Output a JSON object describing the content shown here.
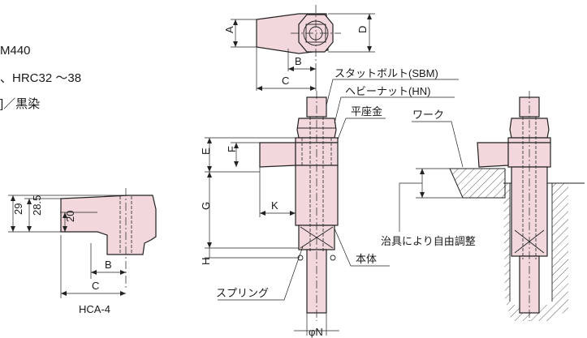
{
  "specs": {
    "line1": "M440",
    "line2": "、HRC32 ～38",
    "line3": "]／黒染"
  },
  "labels": {
    "stud_bolt": "スタットボルト(SBM)",
    "hex_nut": "ヘビーナット(HN)",
    "washer": "平座金",
    "work": "ワーク",
    "body": "本体",
    "spring": "スプリング",
    "jig_adjust": "治具により自由調整",
    "model": "HCA-4"
  },
  "dimensions": {
    "A": "A",
    "B": "B",
    "C": "C",
    "D": "D",
    "E": "E",
    "F": "F",
    "G": "G",
    "H": "H",
    "K": "K",
    "phiN": "φN",
    "d29": "29",
    "d28_5": "28.5",
    "d20": "20",
    "side_B": "B",
    "side_C": "C"
  },
  "colors": {
    "part_fill": "#f2d8dc",
    "line": "#222222"
  }
}
